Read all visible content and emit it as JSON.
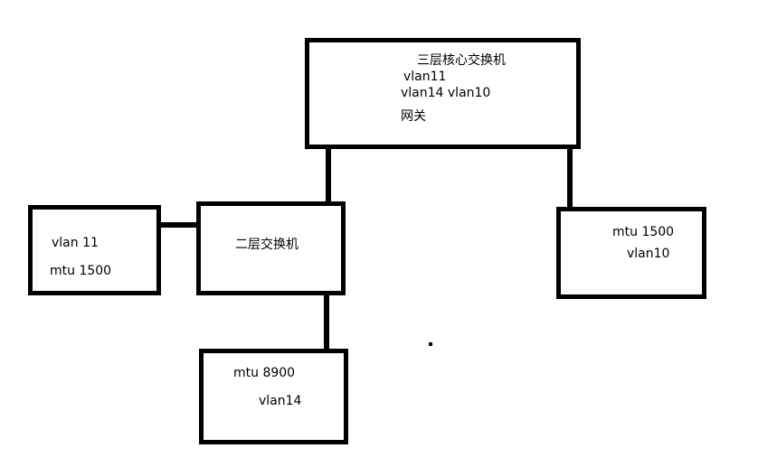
{
  "core_switch": {
    "title": "三层核心交换机",
    "line1": "vlan11",
    "line2": "vlan14 vlan10",
    "line3": "网关"
  },
  "l2_switch": {
    "title": "二层交换机"
  },
  "left_host": {
    "vlan": "vlan 11",
    "mtu": "mtu 1500"
  },
  "right_host": {
    "mtu": "mtu 1500",
    "vlan": "vlan10"
  },
  "bottom_host": {
    "mtu": "mtu 8900",
    "vlan": "vlan14"
  }
}
